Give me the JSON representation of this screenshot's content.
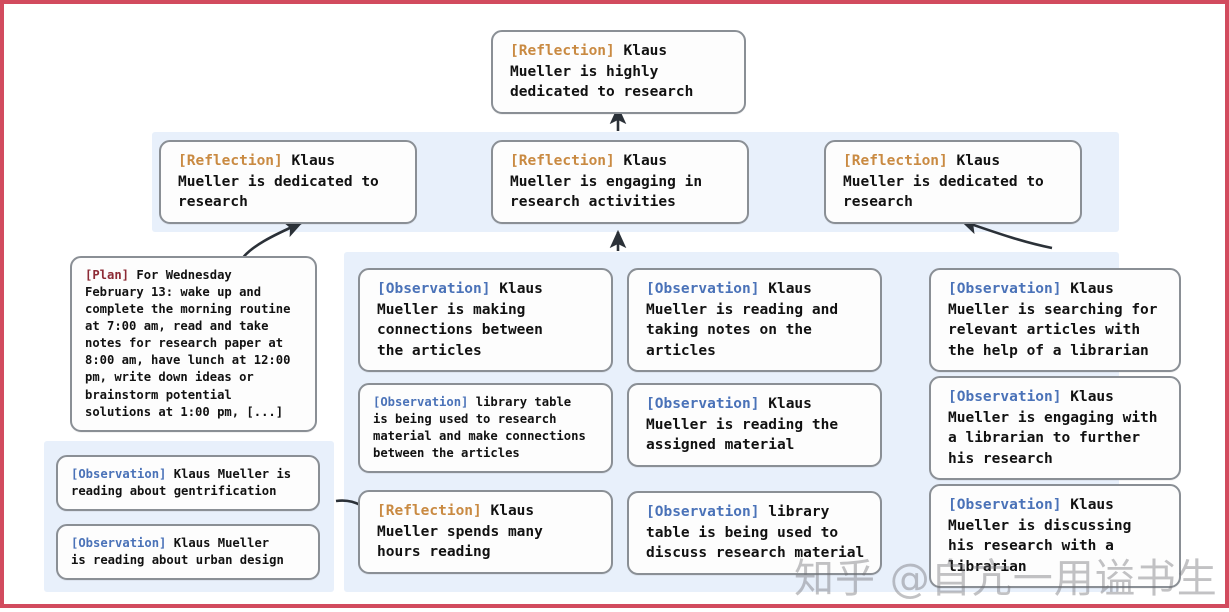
{
  "figure": {
    "border_color": "#d24b5e",
    "panel_color": "#e8f0fb",
    "node_border_color": "#8a8f95",
    "tag_colors": {
      "reflection": "#c98a42",
      "plan": "#8d2b35",
      "observation": "#4a72b8"
    }
  },
  "watermark": {
    "text": "知乎 @自亢一用谥书生"
  },
  "nodes": {
    "root_reflection": {
      "tag": "[Reflection]",
      "text": " Klaus\nMueller is highly\ndedicated to research"
    },
    "reflection_left": {
      "tag": "[Reflection]",
      "text": " Klaus\nMueller is dedicated to\nresearch"
    },
    "reflection_center": {
      "tag": "[Reflection]",
      "text": " Klaus\nMueller is engaging in\nresearch activities"
    },
    "reflection_right": {
      "tag": "[Reflection]",
      "text": " Klaus\nMueller is dedicated to\nresearch"
    },
    "plan_node": {
      "tag": "[Plan]",
      "text": " For Wednesday\nFebruary 13: wake up and\ncomplete the morning routine\nat 7:00 am, read and take\nnotes for research paper at\n8:00 am, have lunch at 12:00\npm, write down ideas or\nbrainstorm potential\nsolutions at 1:00 pm, [...]"
    },
    "obs_bottom_left_1": {
      "tag": "[Observation]",
      "text": " Klaus Mueller is\nreading about gentrification"
    },
    "obs_bottom_left_2": {
      "tag": "[Observation]",
      "text": " Klaus Mueller\nis reading about urban design"
    },
    "col2_obs_1": {
      "tag": "[Observation]",
      "text": " Klaus\nMueller is making\nconnections between\nthe articles"
    },
    "col2_obs_2": {
      "tag": "[Observation]",
      "text": " library table\nis being used to research\nmaterial and make connections\nbetween the articles"
    },
    "col2_reflection": {
      "tag": "[Reflection]",
      "text": " Klaus\nMueller spends many\nhours reading"
    },
    "col3_obs_1": {
      "tag": "[Observation]",
      "text": " Klaus\nMueller is reading and\ntaking notes on the\narticles"
    },
    "col3_obs_2": {
      "tag": "[Observation]",
      "text": " Klaus\nMueller is reading the\nassigned material"
    },
    "col3_obs_3": {
      "tag": "[Observation]",
      "text": " library\ntable is being used to\ndiscuss research material"
    },
    "col4_obs_1": {
      "tag": "[Observation]",
      "text": " Klaus\nMueller is searching for\nrelevant articles with\nthe help of a librarian"
    },
    "col4_obs_2": {
      "tag": "[Observation]",
      "text": " Klaus\nMueller is engaging with\na librarian to further\nhis research"
    },
    "col4_obs_3": {
      "tag": "[Observation]",
      "text": " Klaus\nMueller is discussing\nhis research with a\nlibrarian"
    }
  }
}
